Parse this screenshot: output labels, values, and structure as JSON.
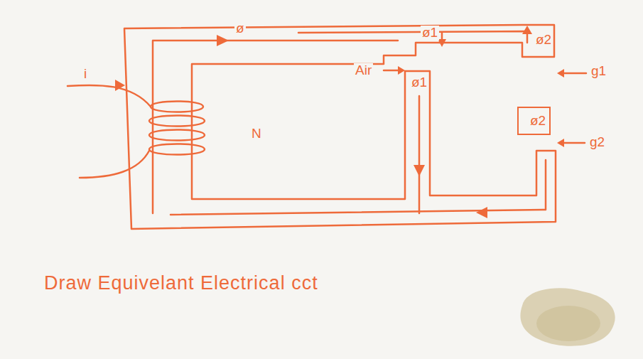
{
  "diagram": {
    "caption": "Draw Equivelant Electrical cct",
    "nodes": [
      {
        "text": [
          "ø2"
        ]
      }
    ],
    "labels": [
      "i",
      "ø",
      "ø1",
      "ø2",
      "Air",
      "ø1",
      "N",
      "g1",
      "g2"
    ]
  }
}
